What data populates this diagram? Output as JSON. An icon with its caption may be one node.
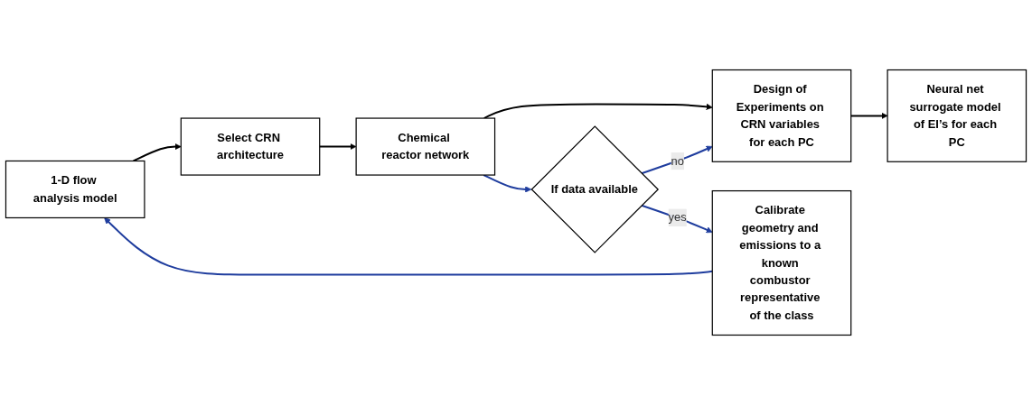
{
  "diagram": {
    "nodes": [
      {
        "text": [
          "1-D flow analysis model"
        ]
      },
      {
        "text": [
          "Select CRN architecture"
        ]
      },
      {
        "text": [
          "Chemical reactor network"
        ]
      },
      {
        "text": [
          "Design of Experiments on CRN variables for each PC"
        ]
      },
      {
        "text": [
          "Neural net surrogate model of EI’s for each PC"
        ]
      },
      {
        "text": [
          "If data available"
        ]
      },
      {
        "text": [
          "Calibrate geometry and emissions to a known combustor representative of the class"
        ]
      }
    ],
    "edges": [
      {
        "from": 0,
        "to": 1,
        "arrow": "to"
      },
      {
        "from": 1,
        "to": 2,
        "arrow": "to"
      },
      {
        "from": 2,
        "to": 3,
        "arrow": "to"
      },
      {
        "from": 3,
        "to": 4,
        "arrow": "to"
      },
      {
        "from": 2,
        "to": 5,
        "arrow": "to",
        "color": "#1f3d9e"
      },
      {
        "from": 5,
        "to": 3,
        "arrow": "to",
        "label": "no",
        "color": "#1f3d9e"
      },
      {
        "from": 5,
        "to": 6,
        "arrow": "to",
        "label": "yes",
        "color": "#1f3d9e"
      },
      {
        "from": 6,
        "to": 0,
        "arrow": "to",
        "color": "#1f3d9e"
      }
    ]
  }
}
